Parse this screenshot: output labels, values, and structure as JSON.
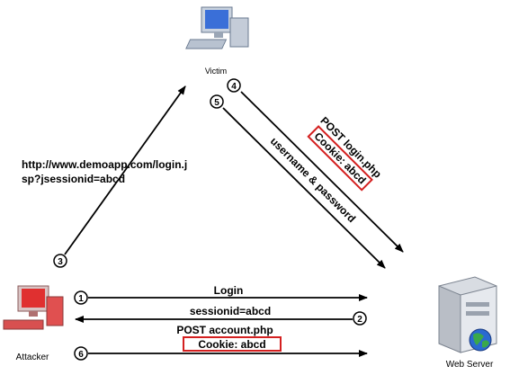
{
  "nodes": {
    "victim": {
      "label": "Victim"
    },
    "attacker": {
      "label": "Attacker"
    },
    "server": {
      "label": "Web Server"
    }
  },
  "steps": [
    {
      "number": "1"
    },
    {
      "number": "2"
    },
    {
      "number": "3"
    },
    {
      "number": "4"
    },
    {
      "number": "5"
    },
    {
      "number": "6"
    }
  ],
  "messages": {
    "url_line1": "http://www.demoapp.com/login.j",
    "url_line2": "sp?jsessionid=abcd",
    "post_login": "POST login.php",
    "cookie_login": "Cookie: abcd",
    "username_password": "username & password",
    "login": "Login",
    "sessionid": "sessionid=abcd",
    "post_account": "POST account.php",
    "cookie_account": "Cookie: abcd"
  },
  "colors": {
    "highlight_box": "#d42020",
    "attacker_computer": "#e03030",
    "victim_computer": "#3a6fd8",
    "arrow": "#000000"
  }
}
